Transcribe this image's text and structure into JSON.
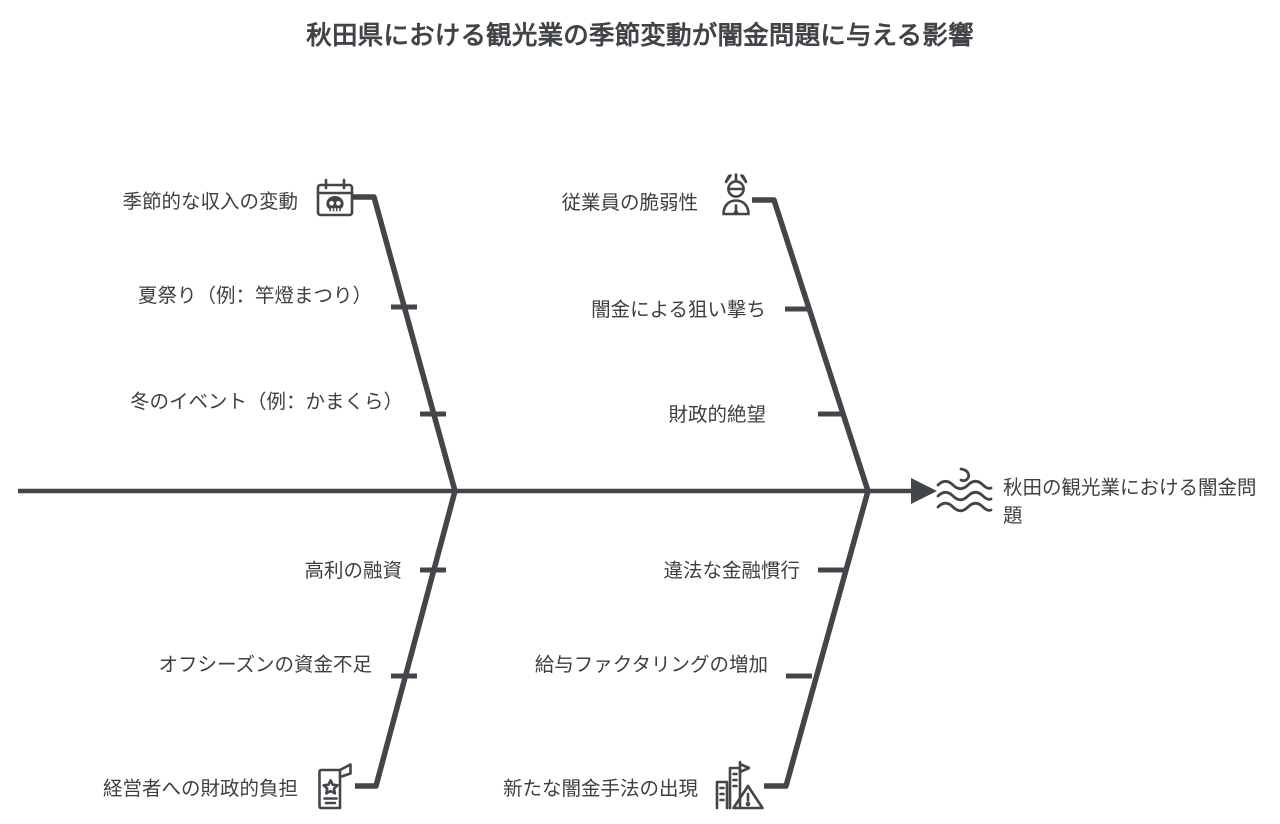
{
  "diagram": {
    "type": "fishbone",
    "title": "秋田県における観光業の季節変動が闇金問題に与える影響",
    "effect": {
      "label": "秋田の観光業における闇金問題",
      "icon": "waves-icon"
    },
    "line_color": "#424549",
    "text_color": "#3d4043",
    "background": "#ffffff",
    "branches": [
      {
        "position": "top-left",
        "head": {
          "label": "季節的な収入の変動",
          "icon": "calendar-skull-icon"
        },
        "causes": [
          {
            "label": "夏祭り（例：竿燈まつり）"
          },
          {
            "label": "冬のイベント（例：かまくら）"
          }
        ]
      },
      {
        "position": "top-right",
        "head": {
          "label": "従業員の脆弱性",
          "icon": "stressed-person-icon"
        },
        "causes": [
          {
            "label": "闇金による狙い撃ち"
          },
          {
            "label": "財政的絶望"
          }
        ]
      },
      {
        "position": "bottom-left",
        "head": {
          "label": "経営者への財政的負担",
          "icon": "brochure-star-icon"
        },
        "causes": [
          {
            "label": "高利の融資"
          },
          {
            "label": "オフシーズンの資金不足"
          }
        ]
      },
      {
        "position": "bottom-right",
        "head": {
          "label": "新たな闇金手法の出現",
          "icon": "building-warning-icon"
        },
        "causes": [
          {
            "label": "違法な金融慣行"
          },
          {
            "label": "給与ファクタリングの増加"
          }
        ]
      }
    ]
  }
}
